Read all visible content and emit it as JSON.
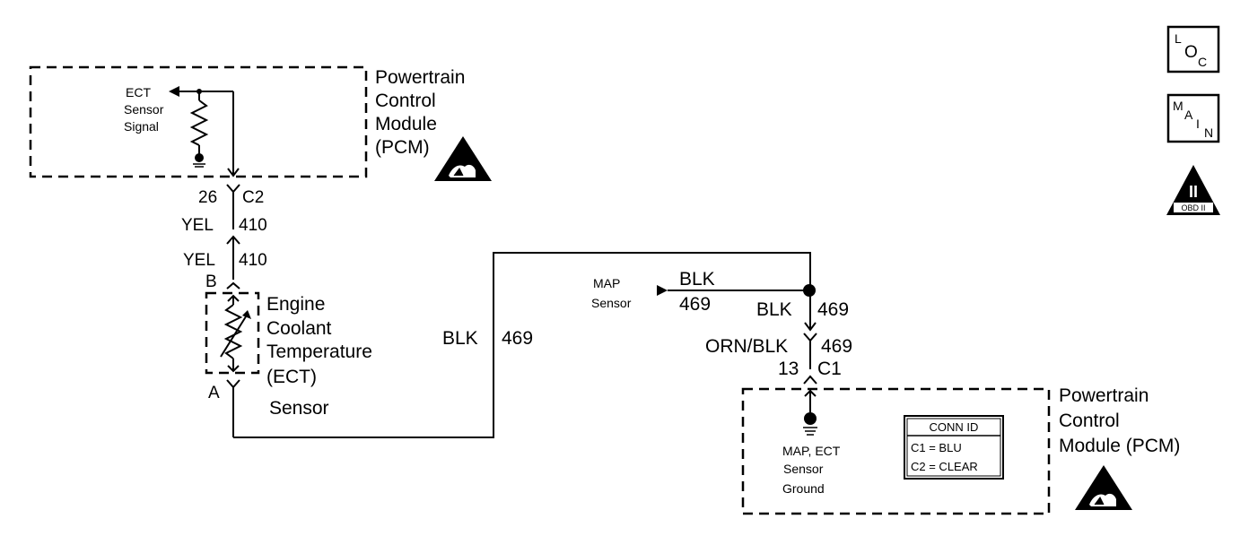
{
  "pcm_top": {
    "title_lines": [
      "Powertrain",
      "Control",
      "Module",
      "(PCM)"
    ],
    "signal_label_lines": [
      "ECT",
      "Sensor",
      "Signal"
    ],
    "pin": "26",
    "connector": "C2"
  },
  "wire_upper": {
    "color": "YEL",
    "circuit": "410"
  },
  "wire_lower": {
    "color": "YEL",
    "circuit": "410"
  },
  "ect_sensor": {
    "title_lines": [
      "Engine",
      "Coolant",
      "Temperature",
      "(ECT)",
      "Sensor"
    ],
    "terminal_top": "B",
    "terminal_bottom": "A"
  },
  "ground_wire": {
    "color": "BLK",
    "circuit": "469"
  },
  "map_sensor": {
    "label_lines": [
      "MAP",
      "Sensor"
    ],
    "color": "BLK",
    "circuit": "469"
  },
  "splice_wire": {
    "color": "BLK",
    "circuit": "469"
  },
  "pcm_connector_wire": {
    "color": "ORN/BLK",
    "circuit": "469",
    "pin": "13",
    "connector": "C1"
  },
  "pcm_bottom": {
    "title_lines": [
      "Powertrain",
      "Control",
      "Module (PCM)"
    ],
    "ground_label_lines": [
      "MAP, ECT",
      "Sensor",
      "Ground"
    ],
    "conn_id": {
      "header": "CONN ID",
      "rows": [
        "C1 = BLU",
        "C2 = CLEAR"
      ]
    }
  },
  "side_icons": {
    "loc": [
      "L",
      "O",
      "C"
    ],
    "main": [
      "M",
      "A",
      "I",
      "N"
    ],
    "obd": {
      "numeral": "II",
      "caption": "OBD II"
    }
  }
}
